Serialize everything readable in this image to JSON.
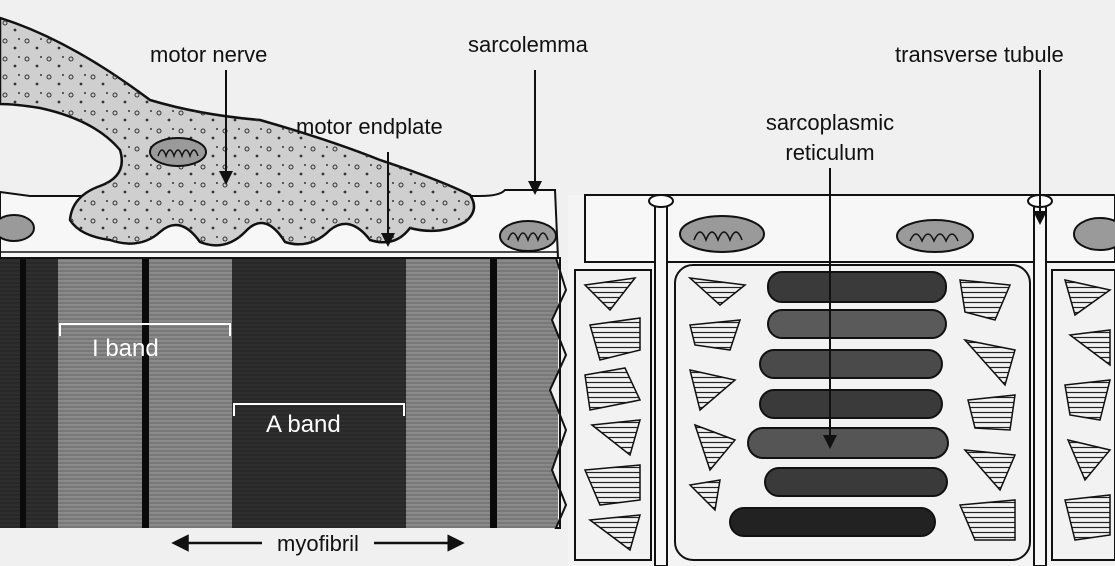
{
  "labels": {
    "motor_nerve": "motor nerve",
    "sarcolemma": "sarcolemma",
    "transverse_tubule": "transverse tubule",
    "motor_endplate": "motor endplate",
    "sarcoplasmic_reticulum_line1": "sarcoplasmic",
    "sarcoplasmic_reticulum_line2": "reticulum",
    "i_band": "I band",
    "a_band": "A band",
    "myofibril": "myofibril"
  },
  "colors": {
    "background": "#f0f0f0",
    "i_band": "#8a8a8a",
    "a_band": "#2e2e2e",
    "z_line": "#0a0a0a",
    "nerve_fill": "#cfcfcf",
    "reticulum_fill": "#f2f2f2",
    "outline": "#111111"
  }
}
